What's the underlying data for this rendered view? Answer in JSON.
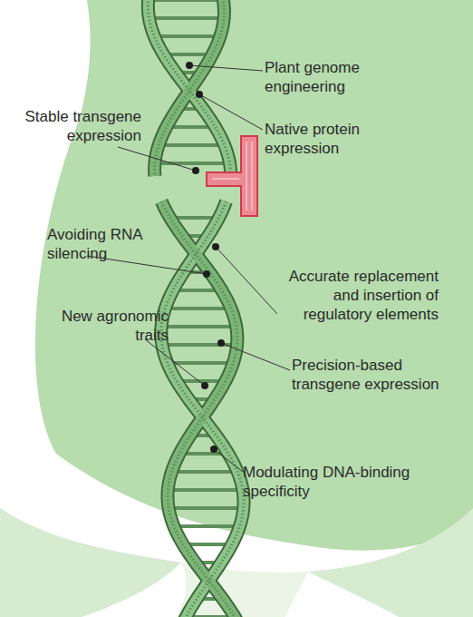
{
  "diagram": {
    "labels": [
      "Plant genome engineering",
      "Stable transgene expression",
      "Native protein expression",
      "Avoiding RNA silencing",
      "Accurate replacement and insertion of regulatory elements",
      "New agronomic traits",
      "Precision-based transgene expression",
      "Modulating DNA-binding specificity"
    ]
  }
}
